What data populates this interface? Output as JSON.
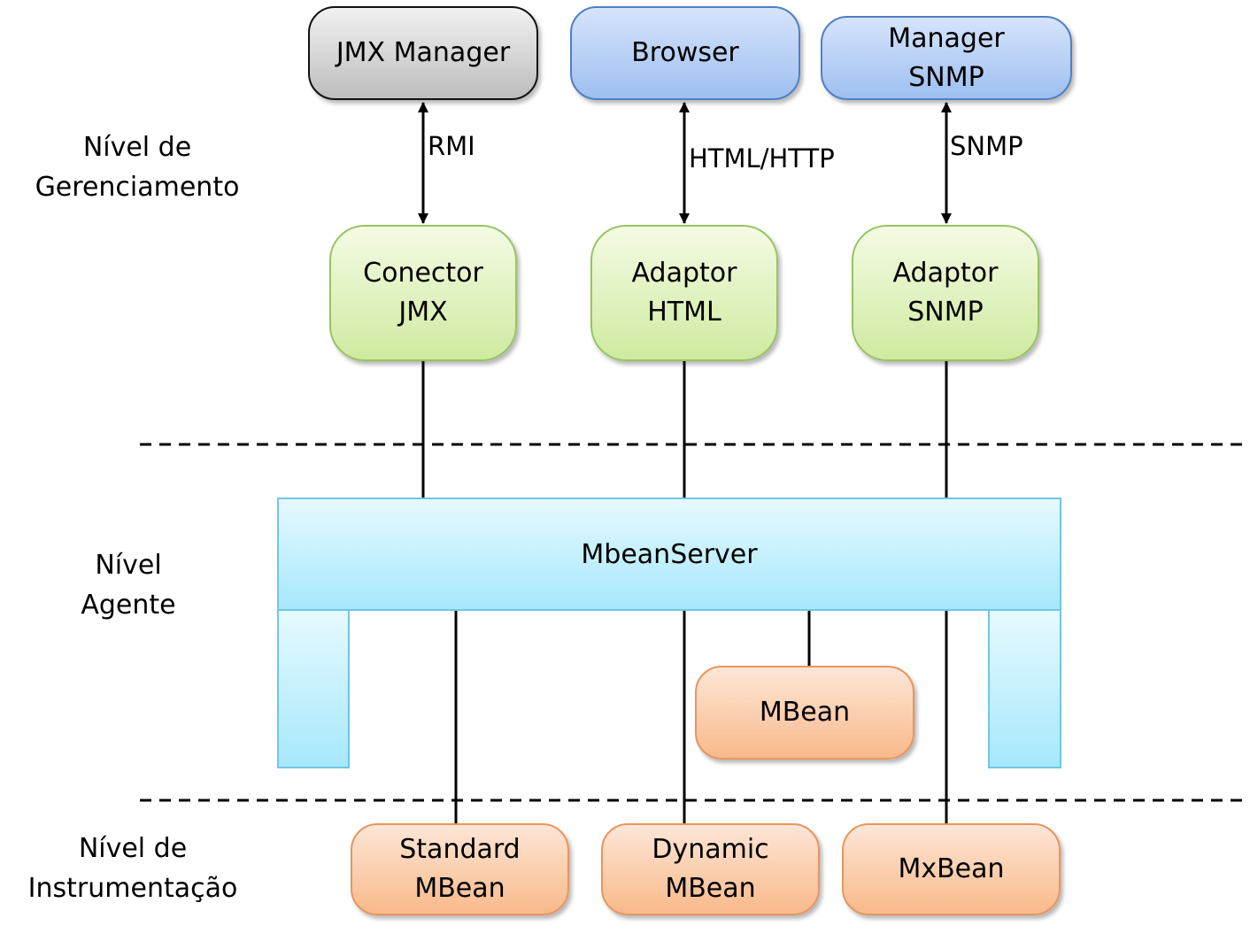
{
  "levels": {
    "management": [
      "Nível de",
      "Gerenciamento"
    ],
    "agent": [
      "Nível",
      "Agente"
    ],
    "instrumentation": [
      "Nível de",
      "Instrumentação"
    ]
  },
  "managers": {
    "jmx": [
      "JMX Manager"
    ],
    "browser": [
      "Browser"
    ],
    "snmp": [
      "Manager",
      "SNMP"
    ]
  },
  "protocols": {
    "rmi": "RMI",
    "http": "HTML/HTTP",
    "snmp": "SNMP"
  },
  "connectors": {
    "jmx": [
      "Conector",
      "JMX"
    ],
    "html": [
      "Adaptor",
      "HTML"
    ],
    "snmp": [
      "Adaptor",
      "SNMP"
    ]
  },
  "mbean_server": "MbeanServer",
  "mbean": "MBean",
  "beans": {
    "standard": [
      "Standard",
      "MBean"
    ],
    "dynamic": [
      "Dynamic",
      "MBean"
    ],
    "mx": [
      "MxBean"
    ]
  },
  "colors": {
    "manager_gray": "#bdbdbd",
    "manager_blue": "#9ebff0",
    "connector_green": "#cfeaa0",
    "server_cyan": "#a6e8fb",
    "bean_orange": "#f9b98b"
  }
}
